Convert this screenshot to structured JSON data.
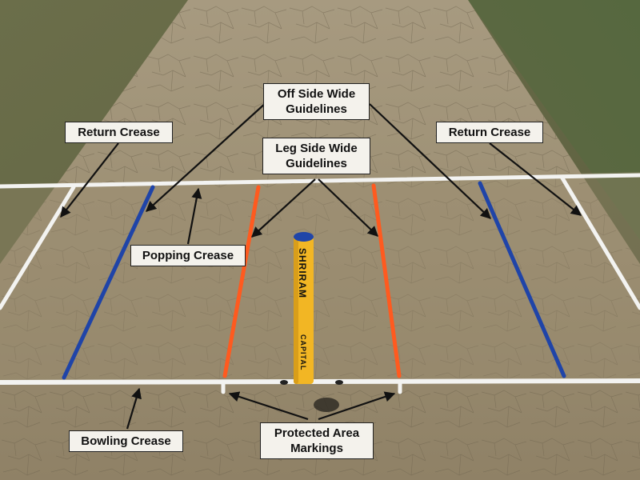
{
  "labels": {
    "off_side_wide": [
      "Off Side Wide",
      "Guidelines"
    ],
    "leg_side_wide": [
      "Leg Side Wide",
      "Guidelines"
    ],
    "return_crease_left": "Return Crease",
    "return_crease_right": "Return Crease",
    "popping_crease": "Popping Crease",
    "bowling_crease": "Bowling Crease",
    "protected_area": [
      "Protected Area",
      "Markings"
    ]
  },
  "stump_branding": [
    "SHRIRAM",
    "CAPITAL"
  ],
  "colors": {
    "white_crease": "#f3f3f1",
    "off_side_wide_line": "#1f44a8",
    "leg_side_wide_line": "#ff5a1f",
    "stump": "#f2b624",
    "stump_cap": "#2045a8",
    "grass": "#5f6a44",
    "pitch": "#a09378"
  }
}
